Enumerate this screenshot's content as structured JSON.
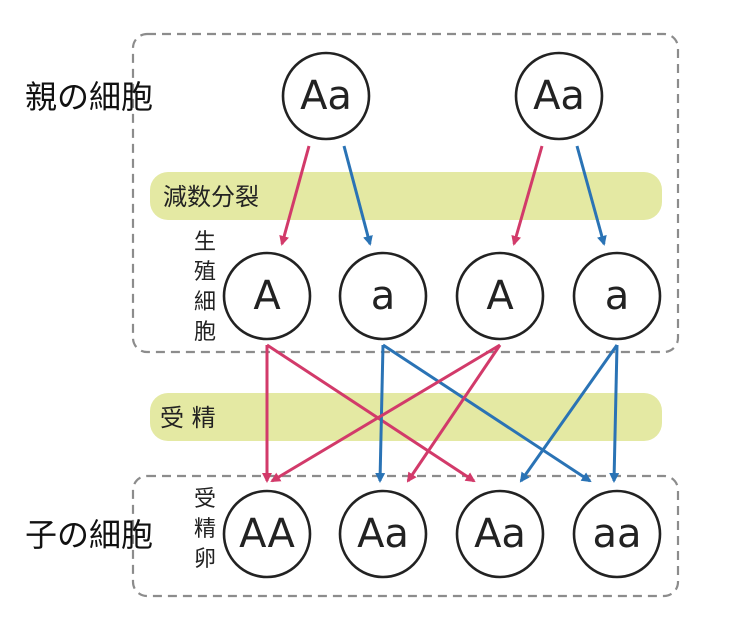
{
  "labels": {
    "parent_cells": "親の細胞",
    "child_cells": "子の細胞",
    "meiosis": "減数分裂",
    "fertilization": "受 精",
    "gametes_vertical": [
      "生",
      "殖",
      "細",
      "胞"
    ],
    "zygote_vertical": [
      "受",
      "精",
      "卵"
    ]
  },
  "parents": [
    "Aa",
    "Aa"
  ],
  "gametes": [
    "A",
    "a",
    "A",
    "a"
  ],
  "offspring": [
    "AA",
    "Aa",
    "Aa",
    "aa"
  ],
  "colors": {
    "red_arrow": "#d23a6a",
    "blue_arrow": "#2a73b5",
    "band": "#e4e9a3",
    "dashed_box": "#8c8c8c"
  }
}
